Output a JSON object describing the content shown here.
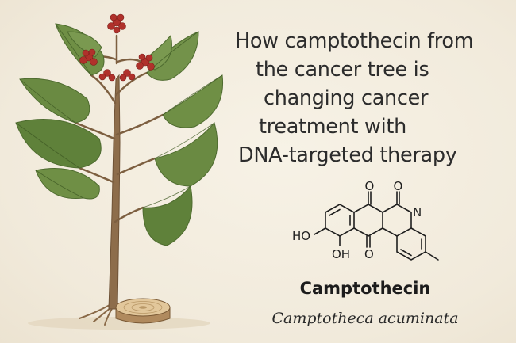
{
  "headline": {
    "lines": [
      "How camptothecin from",
      "the cancer tree is",
      "changing cancer",
      "treatment with",
      "DNA-targeted therapy"
    ]
  },
  "molecule": {
    "atom_labels": {
      "ho": "HO",
      "oh": "OH",
      "o_top_left": "O",
      "o_top_right": "O",
      "o_bottom": "O",
      "n": "N"
    }
  },
  "compound": {
    "name": "Camptothecin",
    "species": "Camptotheca acuminata"
  },
  "colors": {
    "background": "#f3ede0",
    "leaf": "#6f8f45",
    "leaf_dark": "#4e6b2f",
    "flower": "#b0312b",
    "trunk": "#8a6a48",
    "text": "#2c2c2c"
  }
}
